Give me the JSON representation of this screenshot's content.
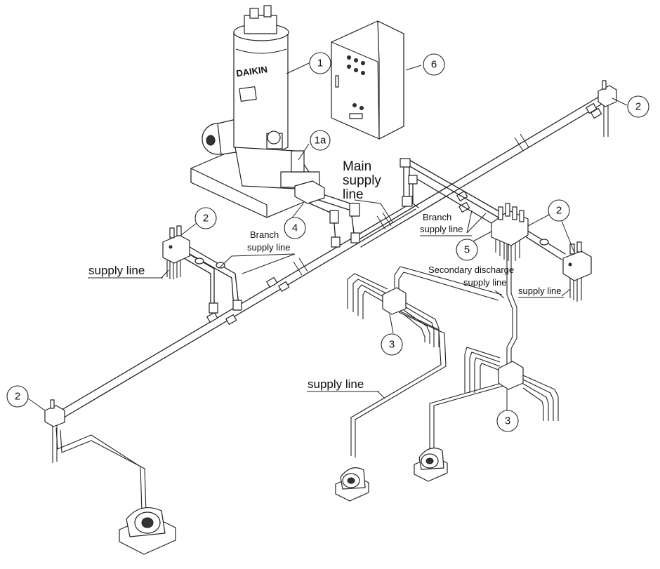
{
  "labels": {
    "main_supply_line": [
      "Main",
      "supply",
      "line"
    ],
    "branch_supply_line_left": [
      "Branch",
      "supply line"
    ],
    "branch_supply_line_right": [
      "Branch",
      "supply line"
    ],
    "supply_line_left": "supply line",
    "supply_line_right": "supply line",
    "supply_line_bottom": "supply line",
    "secondary_discharge": [
      "Secondary discharge",
      "supply line"
    ],
    "pump_brand": "DAIKIN"
  },
  "callouts": {
    "pump": "1",
    "pump_unit": "1a",
    "divider_valve": "2",
    "secondary_divider": "3",
    "fitting": "4",
    "primary_divider": "5",
    "control_panel": "6"
  }
}
